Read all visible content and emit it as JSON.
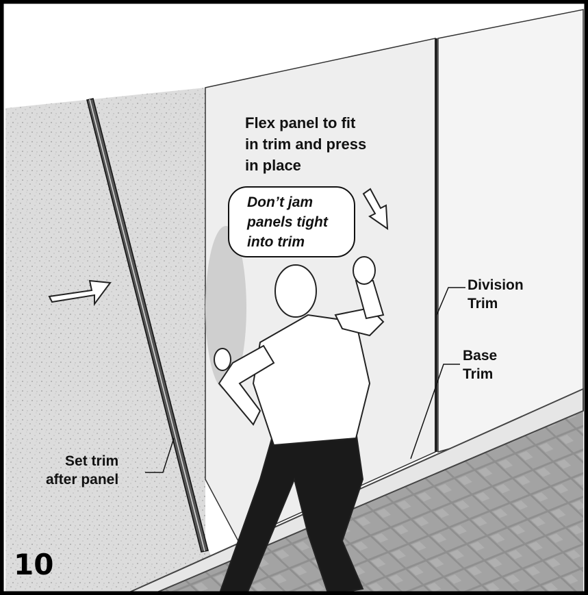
{
  "labels": {
    "instruction": "Flex panel to fit\nin trim and press\nin place",
    "warning": "Don’t jam\npanels tight\ninto trim",
    "division_trim": "Division\nTrim",
    "base_trim": "Base\nTrim",
    "set_trim": "Set trim\nafter panel"
  },
  "step_number": "10",
  "colors": {
    "border": "#000000",
    "wall_texture": "#d9d9d9",
    "panel": "#f2f2f2",
    "floor_tile": "#9a9a9a",
    "figure": "#ffffff",
    "pants": "#1a1a1a"
  },
  "icons": [
    "arrow-right-icon",
    "arrow-down-right-icon",
    "person-figure-icon"
  ]
}
